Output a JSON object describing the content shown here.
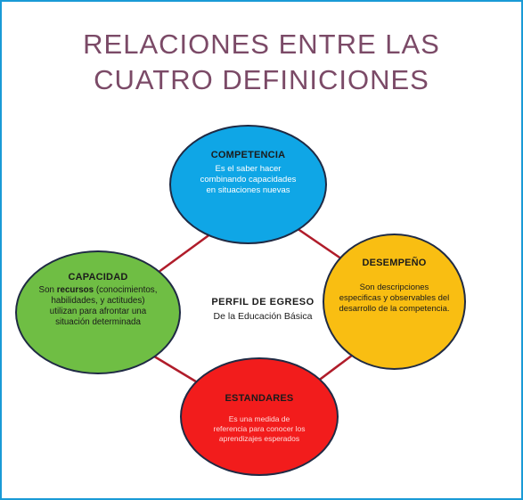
{
  "title": {
    "line1": "RELACIONES  ENTRE LAS",
    "line2": "CUATRO DEFINICIONES"
  },
  "center": {
    "heading": "PERFIL  DE EGRESO",
    "subtitle": "De la Educación Básica"
  },
  "nodes": {
    "competencia": {
      "heading": "COMPETENCIA",
      "body": "Es el saber hacer combinando capacidades en situaciones nuevas"
    },
    "desempeno": {
      "heading": "DESEMPEÑO",
      "body": "Son descripciones especificas y observables del desarrollo de la competencia."
    },
    "capacidad": {
      "heading": "CAPACIDAD",
      "body_prefix": "Son ",
      "body_bold": "recursos",
      "body_rest": " (conocimientos, habilidades, y actitudes) utilizan para afrontar una situación determinada"
    },
    "estandares": {
      "heading": "ESTANDARES",
      "body": "Es una medida de referencia para conocer los aprendizajes esperados"
    }
  },
  "colors": {
    "border": "#1a9ad6",
    "title": "#7b4a67",
    "competencia": "#0fa6e6",
    "desempeno": "#f9be12",
    "capacidad": "#6fbe44",
    "estandares": "#f21c1c",
    "connector": "#b01c2a"
  }
}
